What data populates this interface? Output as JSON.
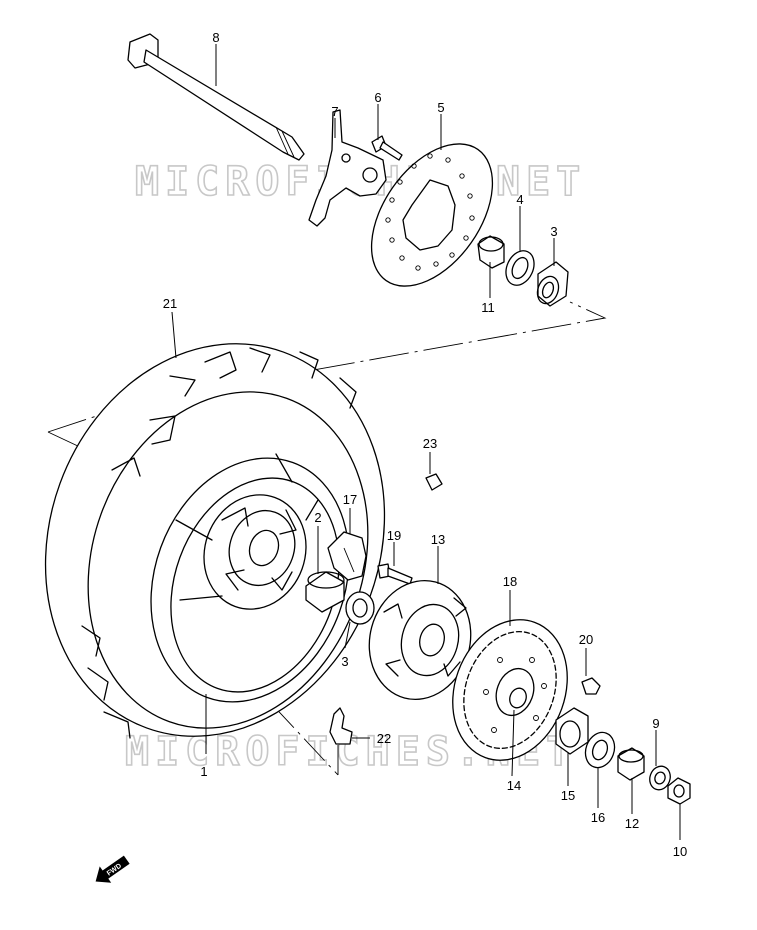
{
  "watermark": "MICROFICHES.NET",
  "fwd_label": "FWD",
  "callouts": {
    "c1": "1",
    "c2": "2",
    "c3a": "3",
    "c3b": "3",
    "c4": "4",
    "c5": "5",
    "c6": "6",
    "c7": "7",
    "c8": "8",
    "c9": "9",
    "c10": "10",
    "c11": "11",
    "c12": "12",
    "c13": "13",
    "c14": "14",
    "c15": "15",
    "c16": "16",
    "c17": "17",
    "c18": "18",
    "c19": "19",
    "c20": "20",
    "c21": "21",
    "c22": "22",
    "c23": "23"
  }
}
